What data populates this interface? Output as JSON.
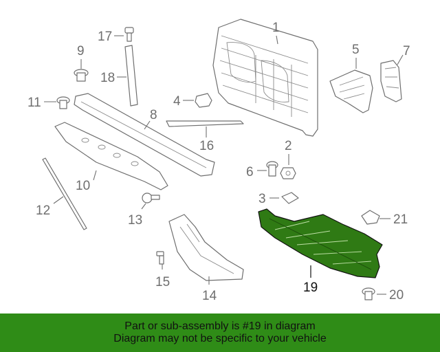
{
  "diagram": {
    "highlight_color": "#2f7a14",
    "line_color": "#6e6e6e",
    "callouts": {
      "c1": "1",
      "c2": "2",
      "c3": "3",
      "c4": "4",
      "c5": "5",
      "c6": "6",
      "c7": "7",
      "c8": "8",
      "c9": "9",
      "c10": "10",
      "c11": "11",
      "c12": "12",
      "c13": "13",
      "c14": "14",
      "c15": "15",
      "c16": "16",
      "c17": "17",
      "c18": "18",
      "c19": "19",
      "c20": "20",
      "c21": "21"
    }
  },
  "banner": {
    "background": "#2f8c17",
    "line1": "Part or sub-assembly is #19 in diagram",
    "line2": "Diagram may not be specific to your vehicle"
  }
}
